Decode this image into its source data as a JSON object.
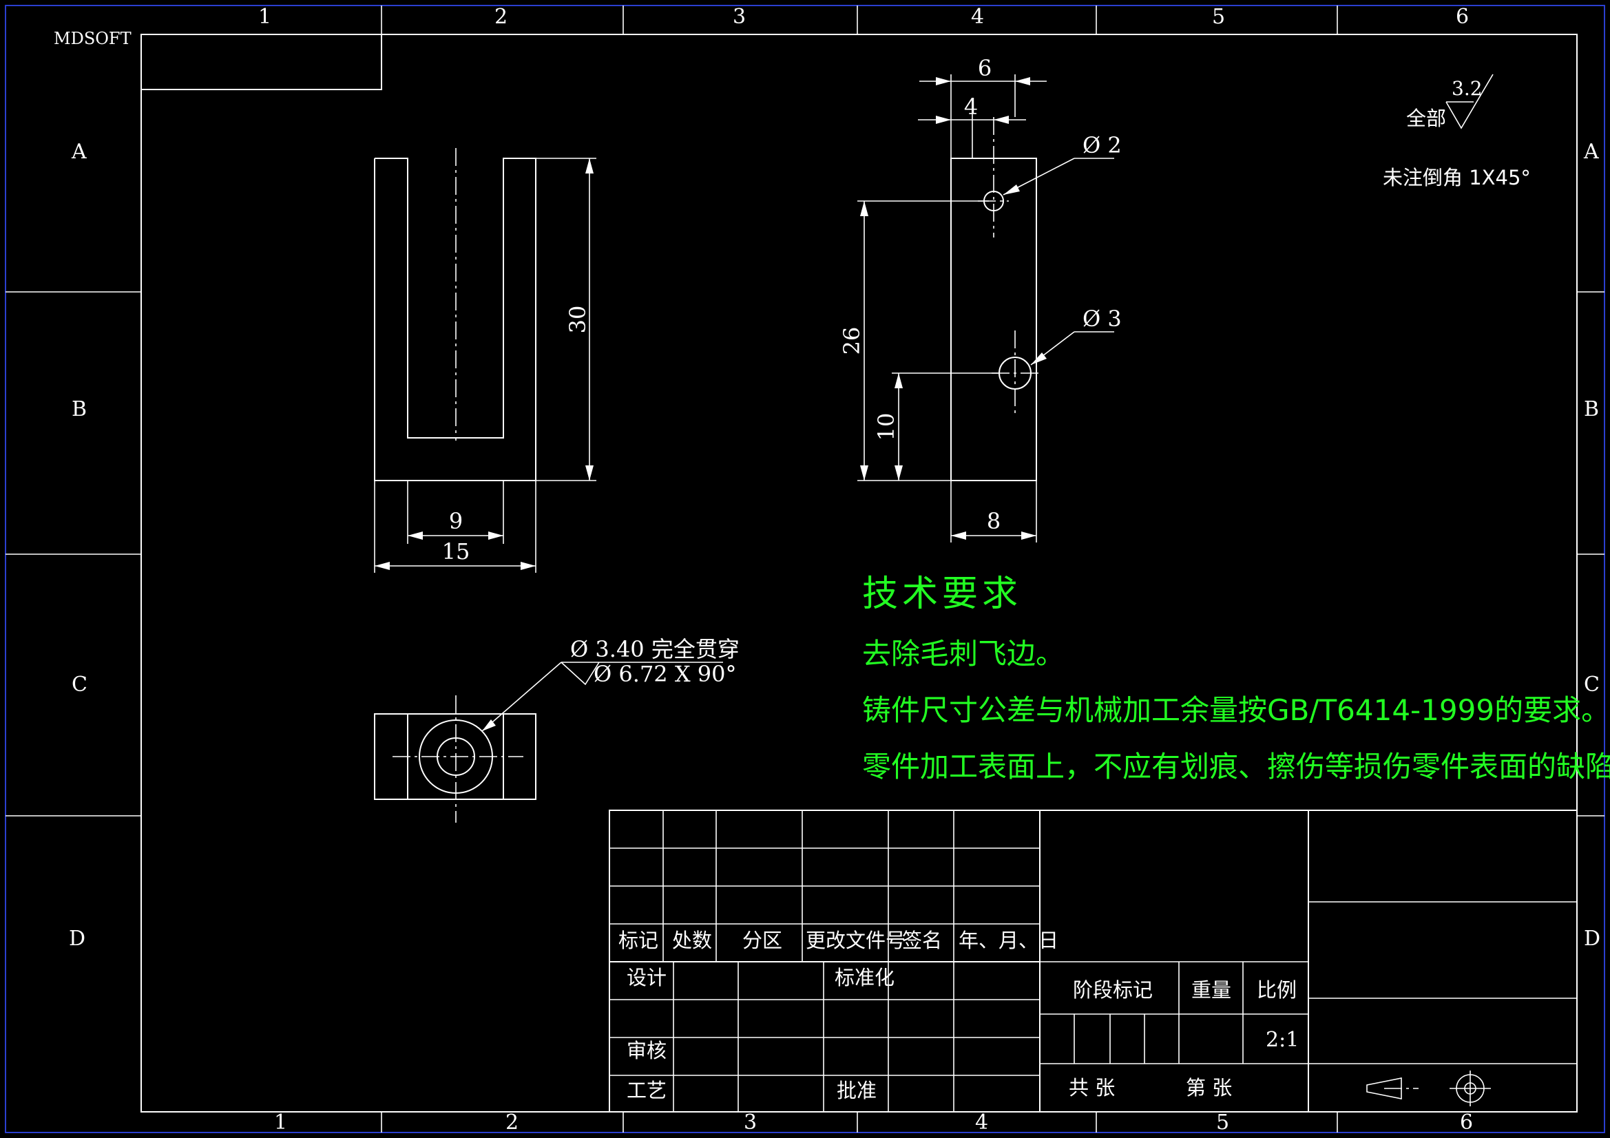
{
  "brand": "MDSOFT",
  "zone_columns": [
    "1",
    "2",
    "3",
    "4",
    "5",
    "6"
  ],
  "zone_rows": [
    "A",
    "B",
    "C",
    "D"
  ],
  "dimensions": {
    "front_height": "30",
    "front_inner_width": "9",
    "front_outer_width": "15",
    "side_width_top_outer": "6",
    "side_width_top_inner": "4",
    "hole_upper": "Ø 2",
    "hole_lower": "Ø 3",
    "side_height_26": "26",
    "side_height_10": "10",
    "side_width_bottom": "8"
  },
  "hole_callout": {
    "line1": "Ø  3.40 完全贯穿",
    "line2": "Ø  6.72 X 90°"
  },
  "roughness": {
    "label": "全部",
    "value": "3.2"
  },
  "chamfer_note": "未注倒角    1X45°",
  "tech_requirements": {
    "title": "技术要求",
    "items": [
      "去除毛刺飞边。",
      "铸件尺寸公差与机械加工余量按GB/T6414-1999的要求。",
      "零件加工表面上，不应有划痕、擦伤等损伤零件表面的缺陷。"
    ]
  },
  "title_block": {
    "rev_headers": [
      "标记",
      "处数",
      "分区",
      "更改文件号",
      "签名",
      "年、月、日"
    ],
    "design": "设计",
    "standardization": "标准化",
    "review": "审核",
    "process": "工艺",
    "approve": "批准",
    "stage_mark": "阶段标记",
    "weight": "重量",
    "scale_label": "比例",
    "scale_value": "2:1",
    "sheets_total": "共    张",
    "sheet_no": "第    张"
  }
}
